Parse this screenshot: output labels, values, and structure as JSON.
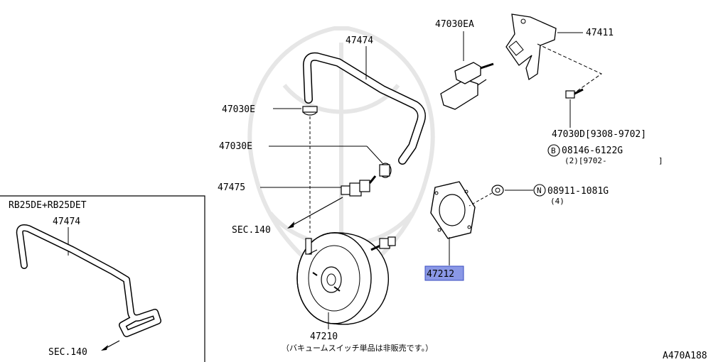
{
  "labels": {
    "p47474": "47474",
    "p47030EA": "47030EA",
    "p47411": "47411",
    "p47030E_top": "47030E",
    "p47030E_mid": "47030E",
    "p47475": "47475",
    "sec140_main": "SEC.140",
    "p47030D": "47030D[9308-9702]",
    "bolt_ref": "08146-6122G",
    "bolt_qty": "(2)[9702-",
    "bolt_qty_close": "]",
    "nut_ref": "08911-1081G",
    "nut_qty": "(4)",
    "p47212": "47212",
    "p47210": "47210",
    "note_jp": "（バキュームスイッチ単品は非販売です。）",
    "inset_title": "RB25DE+RB25DET",
    "inset_part": "47474",
    "inset_sec140": "SEC.140",
    "diagram_id": "A470A188",
    "badge_b": "B",
    "badge_n": "N"
  },
  "colors": {
    "highlight": "#8a98e6",
    "line": "#000000",
    "watermark": "#e6e6e6"
  }
}
